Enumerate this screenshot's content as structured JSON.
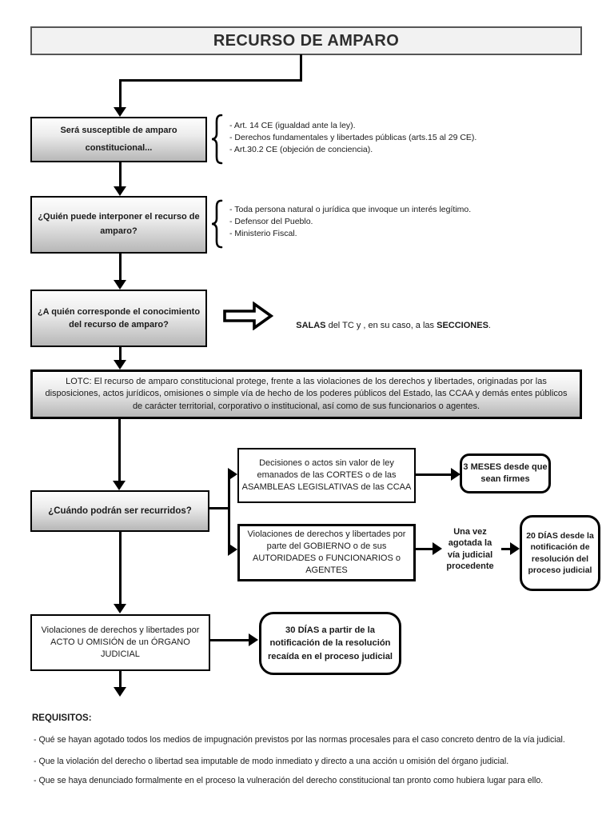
{
  "title": "RECURSO DE AMPARO",
  "flow": {
    "sera": {
      "line1": "Será susceptible de amparo",
      "line2": "constitucional...",
      "items": [
        "- Art. 14 CE (igualdad ante la ley).",
        "- Derechos fundamentales y libertades públicas (arts.15 al 29 CE).",
        "- Art.30.2 CE (objeción de conciencia)."
      ]
    },
    "quien": {
      "lines": [
        "¿Quién puede interponer el recurso de",
        "amparo?"
      ],
      "items": [
        "- Toda persona natural o jurídica que invoque un interés legítimo.",
        "- Defensor del Pueblo.",
        "- Ministerio Fiscal."
      ]
    },
    "aquien": {
      "lines": [
        "¿A quién corresponde el conocimiento",
        "del  recurso de amparo?"
      ],
      "salas": {
        "bold1": "SALAS",
        "mid": " del TC y , en su caso, a las ",
        "bold2": "SECCIONES",
        "end": "."
      }
    },
    "lotc": "LOTC: El recurso de amparo  constitucional protege, frente a las violaciones de los derechos y libertades, originadas por las disposiciones, actos jurídicos, omisiones o simple vía de hecho de los poderes públicos del Estado, las CCAA y demás entes públicos de carácter territorial, corporativo o institucional, así como de sus funcionarios o agentes.",
    "cuando": "¿Cuándo podrán ser recurridos?",
    "decisiones": {
      "lines": [
        "Decisiones o actos sin valor de ley",
        "emanados de las CORTES o de las",
        "ASAMBLEAS LEGISLATIVAS de las CCAA"
      ]
    },
    "tres_meses": {
      "lines": [
        "3 MESES desde que",
        "sean firmes"
      ]
    },
    "gobierno": {
      "lines": [
        "Violaciones de derechos y libertades por",
        "parte del GOBIERNO o de sus",
        "AUTORIDADES o FUNCIONARIOS o",
        "AGENTES"
      ]
    },
    "una_vez": {
      "lines": [
        "Una vez",
        "agotada la",
        "vía judicial",
        "procedente"
      ]
    },
    "veinte_dias": {
      "lines": [
        "20 DÍAS desde la",
        "notificación de",
        "resolución del",
        "proceso judicial"
      ]
    },
    "judicial": {
      "lines": [
        "Violaciones de derechos y libertades por",
        "ACTO U OMISIÓN de un ÓRGANO",
        "JUDICIAL"
      ]
    },
    "treinta_dias": {
      "lines": [
        "30 DÍAS a partir de la",
        "notificación de la resolución",
        "recaída en el proceso judicial"
      ]
    }
  },
  "requisitos": {
    "heading": "REQUISITOS:",
    "items": [
      "- Qué se hayan agotado todos los  medios de impugnación previstos por las normas procesales para el caso concreto dentro de la vía judicial.",
      "- Que la violación del derecho o libertad sea imputable de modo inmediato y directo a una acción u omisión del órgano judicial.",
      "- Que se haya denunciado formalmente en el proceso la vulneración del derecho constitucional tan pronto como hubiera lugar para ello."
    ]
  },
  "colors": {
    "line": "#000000",
    "box_border": "#000000",
    "gradient_top": "#fdfdfd",
    "gradient_bottom": "#b7b7b7",
    "title_border": "#565656",
    "title_bg": "#f2f2f2"
  }
}
